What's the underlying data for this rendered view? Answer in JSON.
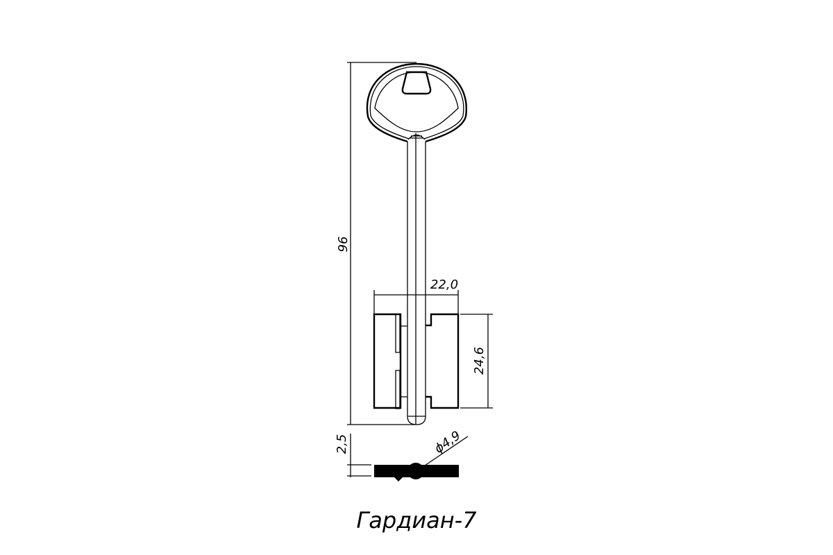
{
  "title": "Гардиан-7",
  "dimensions": {
    "length": "96",
    "bit_width": "22,0",
    "bit_height": "24,6",
    "thickness": "2,5",
    "stem_diameter": "ϕ4,9"
  },
  "colors": {
    "line": "#000000",
    "background": "#ffffff"
  }
}
